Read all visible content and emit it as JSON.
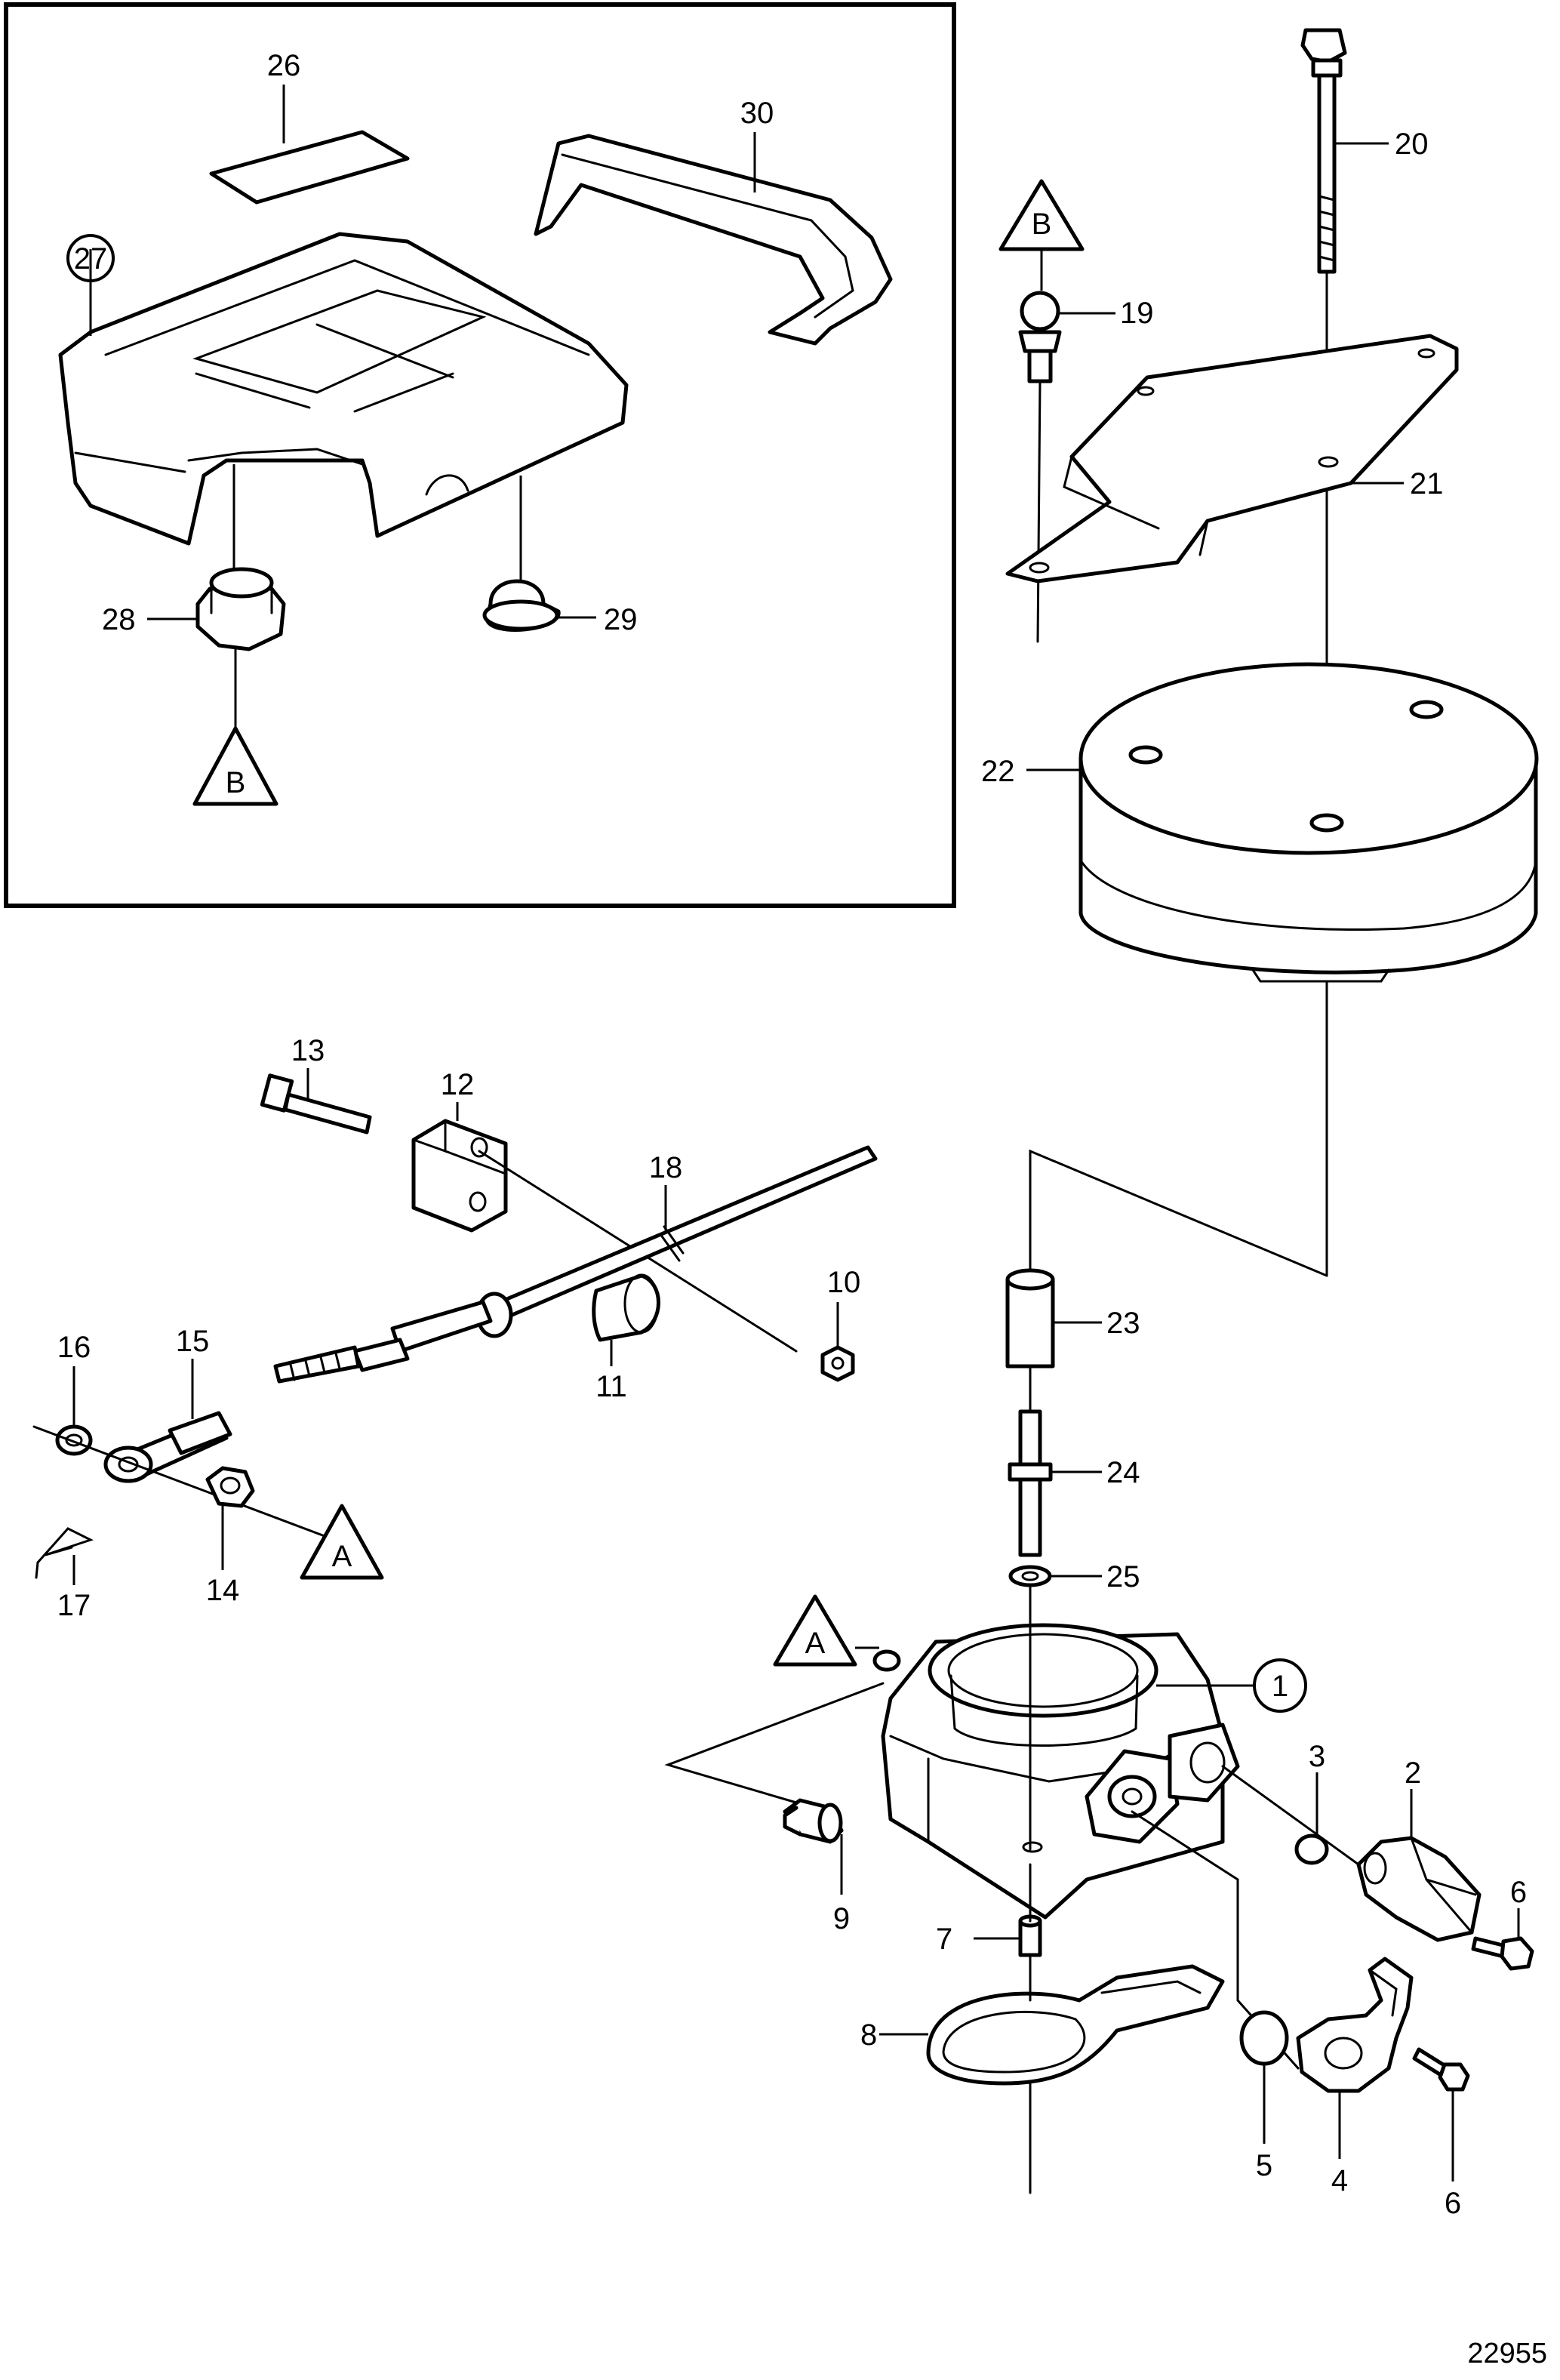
{
  "diagram_number": "22955",
  "reference_markers": {
    "a": "A",
    "b": "B"
  },
  "callouts": {
    "c1": "1",
    "c2": "2",
    "c3": "3",
    "c4": "4",
    "c5": "5",
    "c6a": "6",
    "c6b": "6",
    "c7": "7",
    "c8": "8",
    "c9": "9",
    "c10": "10",
    "c11": "11",
    "c12": "12",
    "c13": "13",
    "c14": "14",
    "c15": "15",
    "c16": "16",
    "c17": "17",
    "c18": "18",
    "c19": "19",
    "c20": "20",
    "c21": "21",
    "c22": "22",
    "c23": "23",
    "c24": "24",
    "c25": "25",
    "c26": "26",
    "c27": "27",
    "c28": "28",
    "c29": "29",
    "c30": "30"
  }
}
